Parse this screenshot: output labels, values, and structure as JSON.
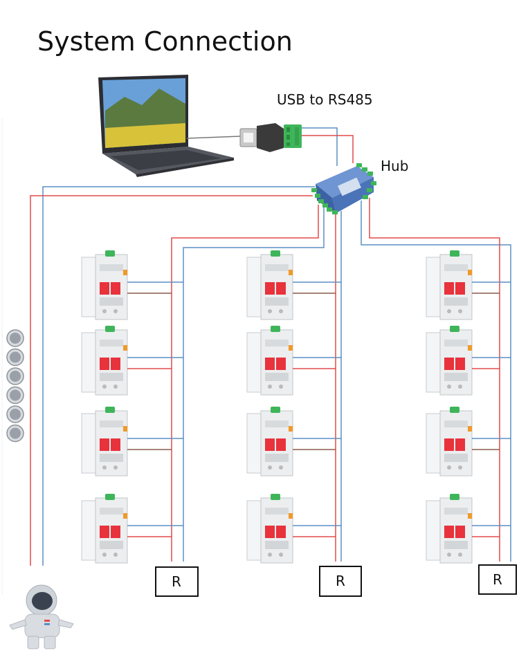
{
  "title": "System Connection",
  "labels": {
    "converter": "USB to RS485",
    "hub": "Hub",
    "terminator": "R"
  },
  "colors": {
    "wire_red": "#e24a4a",
    "wire_blue": "#5a8fc4",
    "wire_brown": "#8a5a4a",
    "breaker_red": "#e8323c",
    "breaker_body": "#eceeef",
    "terminal_green": "#3fb55a",
    "hub_blue": "#5b86c9"
  },
  "columns": 3,
  "breakers_per_column": 4,
  "side_buttons": 6
}
